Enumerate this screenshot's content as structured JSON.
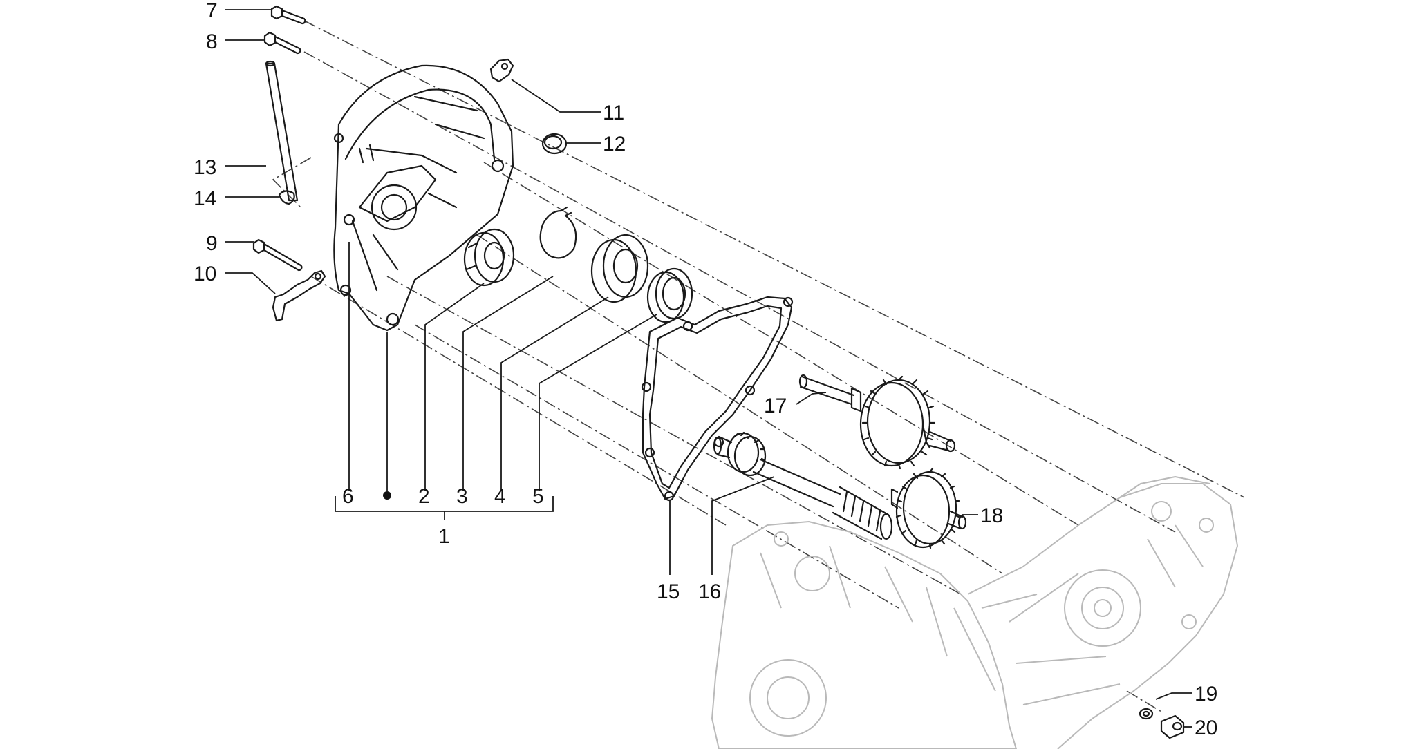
{
  "callouts": {
    "c1": "1",
    "c2": "2",
    "c3": "3",
    "c4": "4",
    "c5": "5",
    "c6": "6",
    "c7": "7",
    "c8": "8",
    "c9": "9",
    "c10": "10",
    "c11": "11",
    "c12": "12",
    "c13": "13",
    "c14": "14",
    "c15": "15",
    "c16": "16",
    "c17": "17",
    "c18": "18",
    "c19": "19",
    "c20": "20"
  },
  "colors": {
    "line": "#1a1a1a",
    "background_part": "#b9b9b9"
  }
}
